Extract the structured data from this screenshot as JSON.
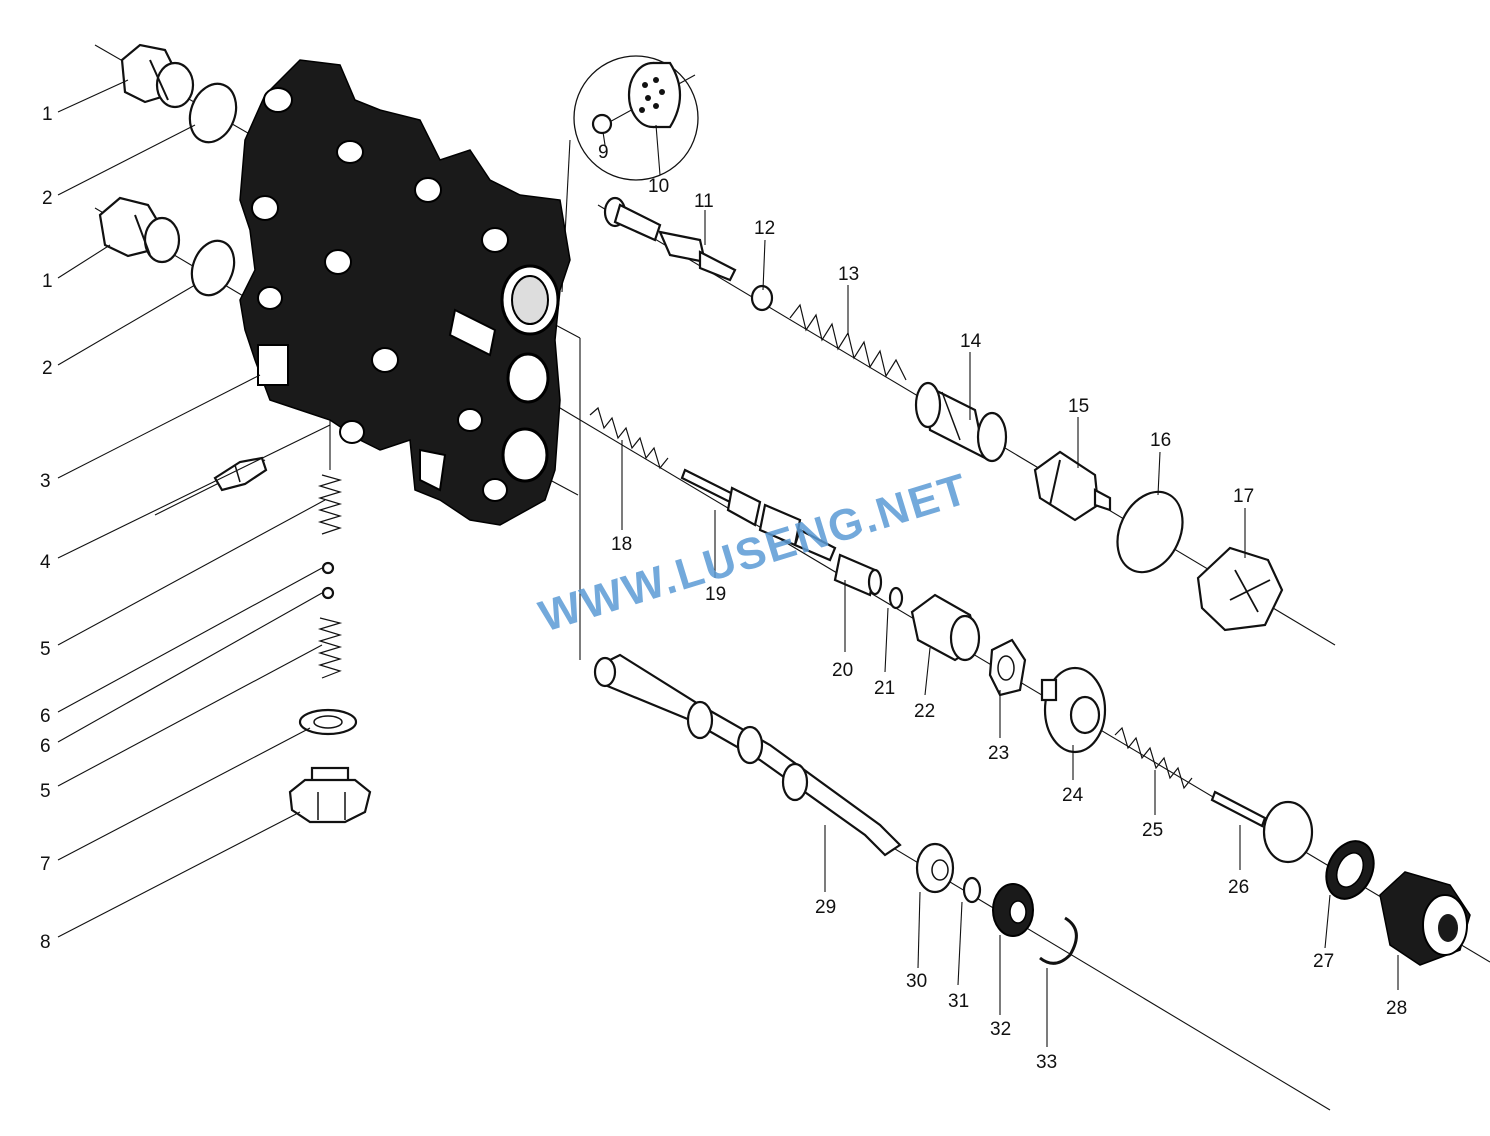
{
  "labels": {
    "p1a": "1",
    "p2a": "2",
    "p1b": "1",
    "p2b": "2",
    "p3": "3",
    "p4": "4",
    "p5a": "5",
    "p6a": "6",
    "p6b": "6",
    "p5b": "5",
    "p7": "7",
    "p8": "8",
    "p9": "9",
    "p10": "10",
    "p11": "11",
    "p12": "12",
    "p13": "13",
    "p14": "14",
    "p15": "15",
    "p16": "16",
    "p17": "17",
    "p18": "18",
    "p19": "19",
    "p20": "20",
    "p21": "21",
    "p22": "22",
    "p23": "23",
    "p24": "24",
    "p25": "25",
    "p26": "26",
    "p27": "27",
    "p28": "28",
    "p29": "29",
    "p30": "30",
    "p31": "31",
    "p32": "32",
    "p33": "33"
  },
  "watermark": "WWW.LUSENG.NET"
}
